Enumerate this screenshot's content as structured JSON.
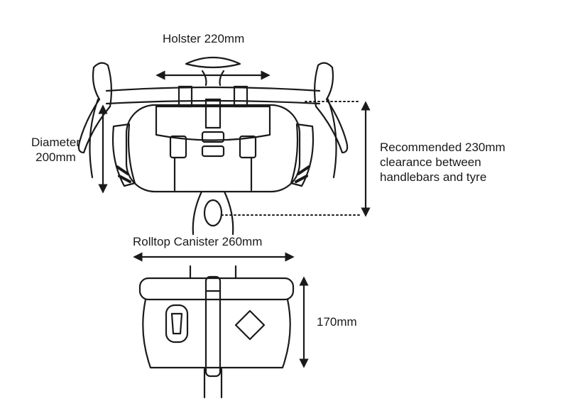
{
  "labels": {
    "holster": "Holster 220mm",
    "diameter_line1": "Diameter",
    "diameter_line2": "200mm",
    "clearance_line1": "Recommended 230mm",
    "clearance_line2": "clearance between",
    "clearance_line3": "handlebars and tyre",
    "canister": "Rolltop Canister 260mm",
    "height": "170mm"
  }
}
